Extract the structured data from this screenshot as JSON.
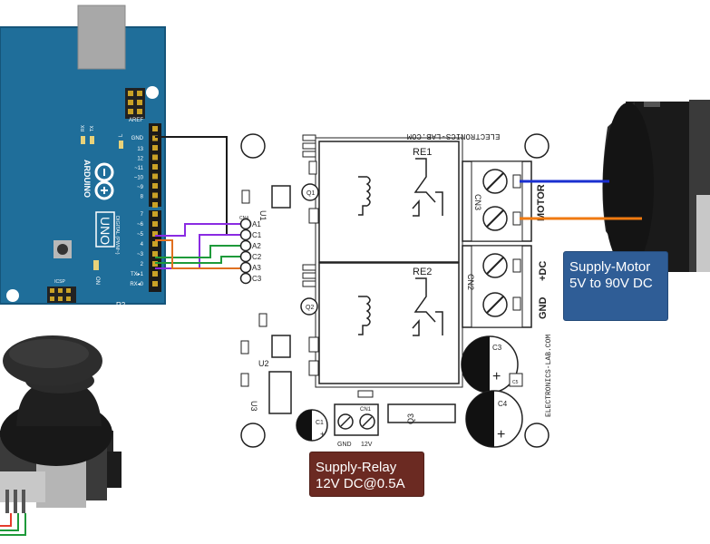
{
  "arduino": {
    "brand": "ARDUINO",
    "model": "UNO",
    "revision": "R2",
    "aref": "AREF",
    "gnd": "GND",
    "rx_led": "RX",
    "tx_led": "TX",
    "l_led": "L",
    "on_led": "ON",
    "icsp": "ICSP",
    "header_label": "DIGITAL (PWM~)",
    "pins_top": [
      "13",
      "12",
      "~11",
      "~10",
      "~9",
      "8"
    ],
    "pins_bottom": [
      "7",
      "~6",
      "~5",
      "4",
      "~3",
      "2",
      "TX▸1",
      "RX◂0"
    ]
  },
  "board": {
    "brand_top": "ELECTRONICS-LAB.COM",
    "brand_side": "ELECTRONICS-LAB.COM",
    "relay1": "RE1",
    "relay2": "RE2",
    "u1": "U1",
    "u2": "U2",
    "u3": "U3",
    "q1": "Q1",
    "q2": "Q2",
    "q3": "Q3",
    "c1": "C1",
    "c3": "C3",
    "c4": "C4",
    "c5": "C5",
    "cn1": "CN1",
    "cn2": "CN2",
    "cn3": "CN3",
    "cn4": "CN4",
    "cn1_gnd": "GND",
    "cn1_12v": "12V",
    "cn2_dc": "+DC",
    "cn2_gnd": "GND",
    "cn3_motor": "MOTOR",
    "header_pins": [
      "A1",
      "C1",
      "A2",
      "C2",
      "A3",
      "C3"
    ]
  },
  "labels": {
    "supply_motor_line1": "Supply-Motor",
    "supply_motor_line2": "5V to 90V DC",
    "supply_relay_line1": "Supply-Relay",
    "supply_relay_line2": "12V DC@0.5A"
  },
  "wire_colors": {
    "black": "#1a1a1a",
    "purple": "#8a2be2",
    "green": "#1e9a3a",
    "orange": "#e07020",
    "motor_blue": "#1a2fd0",
    "motor_orange": "#f07a10"
  }
}
